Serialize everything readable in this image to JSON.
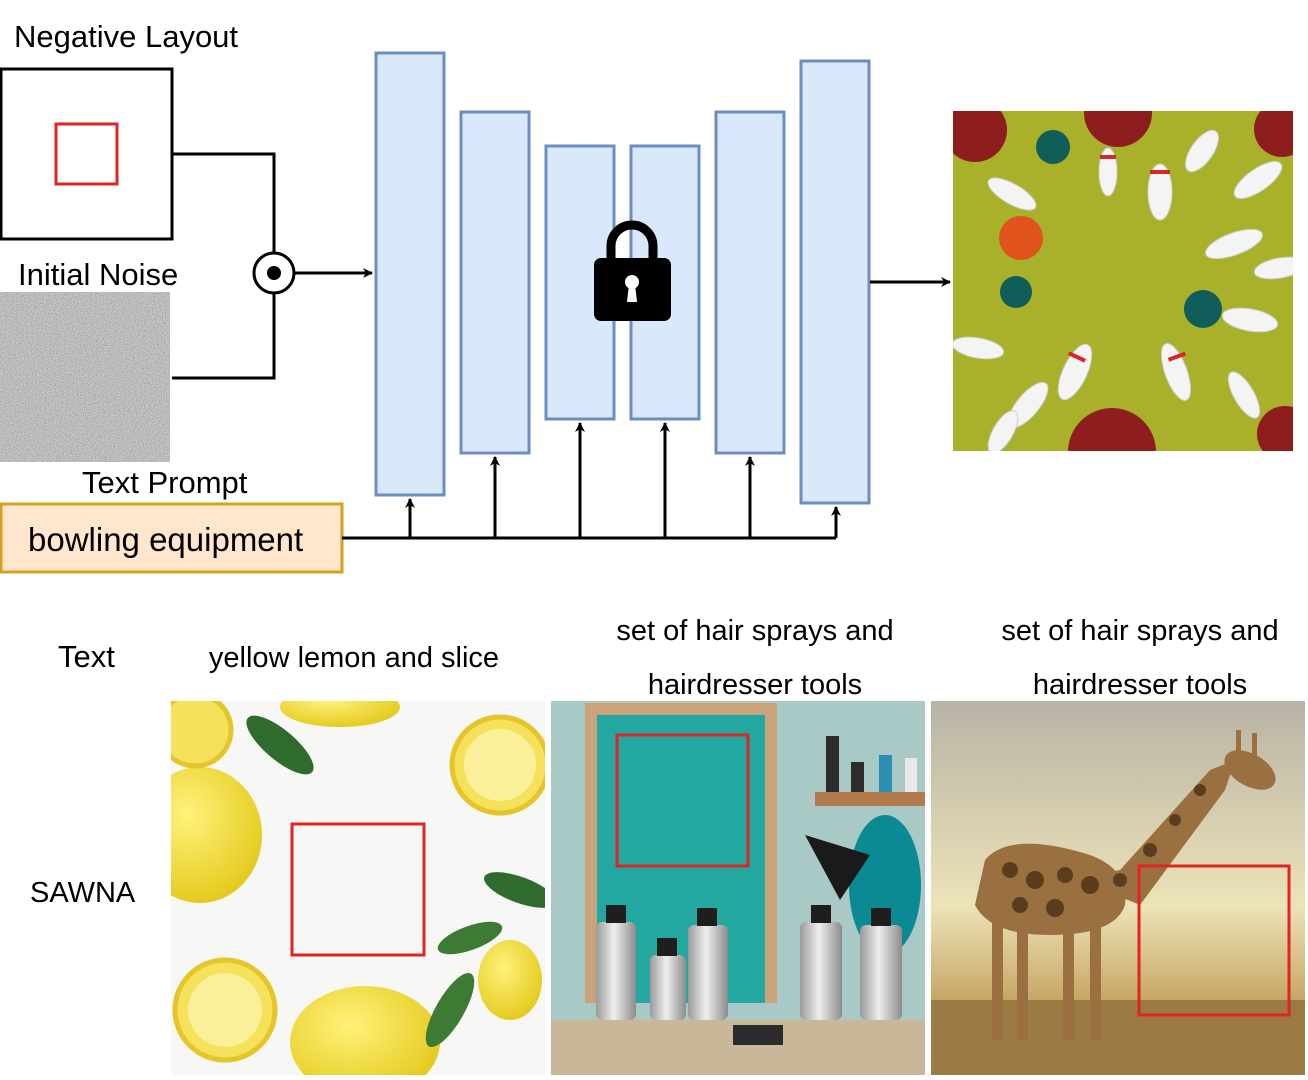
{
  "diagram": {
    "negative_layout_label": "Negative Layout",
    "initial_noise_label": "Initial Noise",
    "text_prompt_label": "Text Prompt",
    "prompt_value": "bowling equipment"
  },
  "results": {
    "row_header": "Text",
    "row_label": "SAWNA",
    "columns": [
      {
        "caption_lines": [
          "yellow lemon and slice"
        ]
      },
      {
        "caption_lines": [
          "set of hair sprays and",
          "hairdresser tools"
        ]
      },
      {
        "caption_lines": [
          "set of hair sprays and",
          "hairdresser tools"
        ]
      }
    ]
  },
  "colors": {
    "unet_fill": "#dae8fc",
    "unet_stroke": "#6c8ebf",
    "mask_red": "#e02424",
    "prompt_fill": "#ffe6cc",
    "prompt_stroke": "#d6a21e",
    "bowling_felt": "#a9b12a",
    "noise_gray": "#8a8a8a"
  },
  "icons": {
    "lock": "lock-icon",
    "combine": "elementwise-product-icon"
  }
}
